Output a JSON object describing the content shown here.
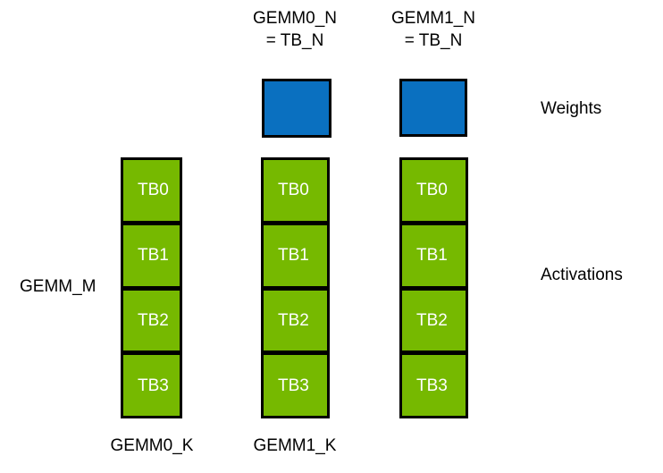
{
  "diagram": {
    "title_labels": {
      "gemm0_n": "GEMM0_N\n= TB_N",
      "gemm1_n": "GEMM1_N\n= TB_N"
    },
    "row_labels": {
      "weights": "Weights",
      "activations": "Activations"
    },
    "side_label": {
      "gemm_m": "GEMM_M"
    },
    "bottom_labels": {
      "gemm0_k": "GEMM0_K",
      "gemm1_k": "GEMM1_K"
    },
    "colors": {
      "weight_fill": "#0A70C0",
      "activation_fill": "#76B900",
      "outline": "#000000",
      "cell_text": "#FFFFFF",
      "label_text": "#000000",
      "background": "#FFFFFF"
    },
    "weight_blocks": [
      {
        "name": "gemm0-weight-block"
      },
      {
        "name": "gemm1-weight-block"
      }
    ],
    "activation_columns": [
      {
        "name": "gemm0-activation-column",
        "cells": [
          "TB0",
          "TB1",
          "TB2",
          "TB3"
        ]
      },
      {
        "name": "gemm1-activation-column-left",
        "cells": [
          "TB0",
          "TB1",
          "TB2",
          "TB3"
        ]
      },
      {
        "name": "gemm1-activation-column-right",
        "cells": [
          "TB0",
          "TB1",
          "TB2",
          "TB3"
        ]
      }
    ]
  }
}
